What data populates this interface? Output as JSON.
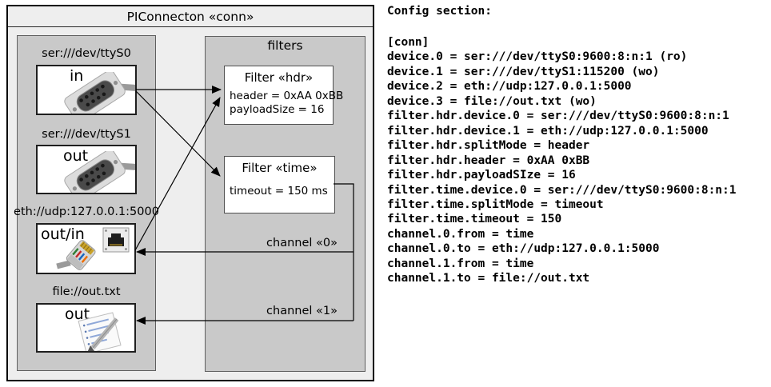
{
  "diagram": {
    "title": "PIConnecton «conn»",
    "devices_panel": {
      "devices": [
        {
          "label": "ser:///dev/ttyS0",
          "direction": "in",
          "icon": "serial-port-icon"
        },
        {
          "label": "ser:///dev/ttyS1",
          "direction": "out",
          "icon": "serial-port-icon"
        },
        {
          "label": "eth://udp:127.0.0.1:5000",
          "direction": "out/in",
          "icon": "ethernet-icon"
        },
        {
          "label": "file://out.txt",
          "direction": "out",
          "icon": "notepad-icon"
        }
      ]
    },
    "filters_panel": {
      "title": "filters",
      "filters": [
        {
          "title": "Filter «hdr»",
          "params": [
            "header = 0xAA 0xBB",
            "payloadSize = 16"
          ]
        },
        {
          "title": "Filter «time»",
          "params": [
            "timeout = 150 ms"
          ]
        }
      ]
    },
    "channels": [
      {
        "label": "channel «0»"
      },
      {
        "label": "channel «1»"
      }
    ]
  },
  "config": {
    "heading": "Config section:",
    "lines": [
      "[conn]",
      "device.0 = ser:///dev/ttyS0:9600:8:n:1 (ro)",
      "device.1 = ser:///dev/ttyS1:115200 (wo)",
      "device.2 = eth://udp:127.0.0.1:5000",
      "device.3 = file://out.txt (wo)",
      "filter.hdr.device.0 = ser:///dev/ttyS0:9600:8:n:1",
      "filter.hdr.device.1 = eth://udp:127.0.0.1:5000",
      "filter.hdr.splitMode = header",
      "filter.hdr.header = 0xAA 0xBB",
      "filter.hdr.payloadSIze = 16",
      "filter.time.device.0 = ser:///dev/ttyS0:9600:8:n:1",
      "filter.time.splitMode = timeout",
      "filter.time.timeout = 150",
      "channel.0.from = time",
      "channel.0.to = eth://udp:127.0.0.1:5000",
      "channel.1.from = time",
      "channel.1.to = file://out.txt"
    ]
  },
  "colors": {
    "outer_fill": "#eeeeee",
    "panel_fill": "#c9c9c9",
    "box_fill": "#ffffff",
    "line": "#000000"
  }
}
